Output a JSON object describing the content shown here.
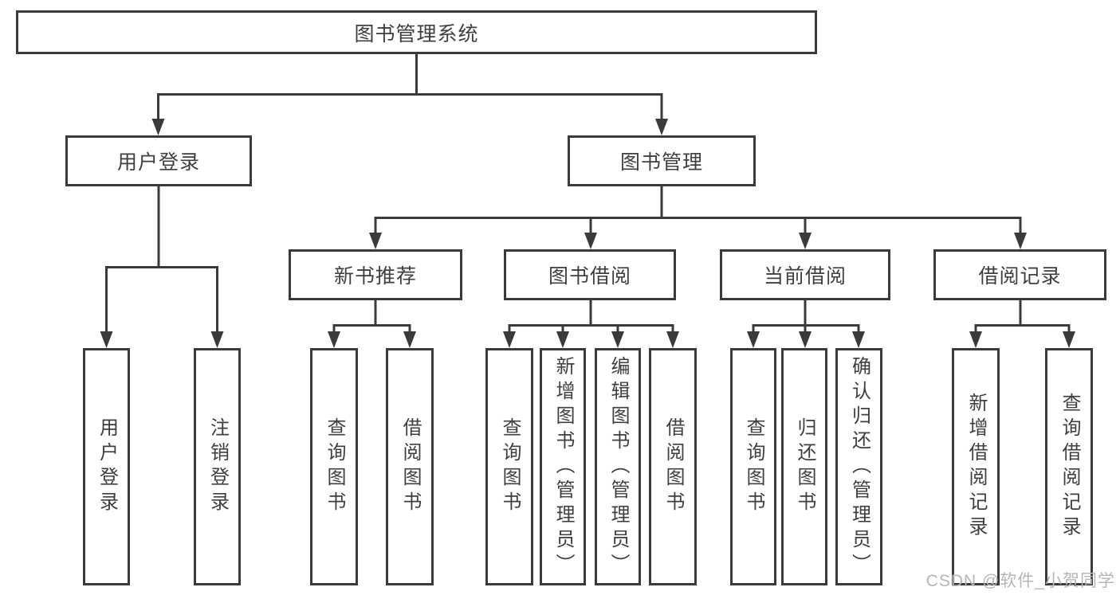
{
  "tree": {
    "label": "图书管理系统",
    "children": [
      {
        "label": "用户登录",
        "children": [
          {
            "label": "用户登录"
          },
          {
            "label": "注销登录"
          }
        ]
      },
      {
        "label": "图书管理",
        "children": [
          {
            "label": "新书推荐",
            "children": [
              {
                "label": "查询图书"
              },
              {
                "label": "借阅图书"
              }
            ]
          },
          {
            "label": "图书借阅",
            "children": [
              {
                "label": "查询图书"
              },
              {
                "label": "新增图书（管理员）"
              },
              {
                "label": "编辑图书（管理员）"
              },
              {
                "label": "借阅图书"
              }
            ]
          },
          {
            "label": "当前借阅",
            "children": [
              {
                "label": "查询图书"
              },
              {
                "label": "归还图书"
              },
              {
                "label": "确认归还（管理员）"
              }
            ]
          },
          {
            "label": "借阅记录",
            "children": [
              {
                "label": "新增借阅记录"
              },
              {
                "label": "查询借阅记录"
              }
            ]
          }
        ]
      }
    ]
  },
  "watermark": "CSDN @软件_小贺同学",
  "colors": {
    "line": "#3a3a3a",
    "text": "#3f3f3f",
    "background": "#ffffff",
    "watermark": "#b6b6b6"
  }
}
